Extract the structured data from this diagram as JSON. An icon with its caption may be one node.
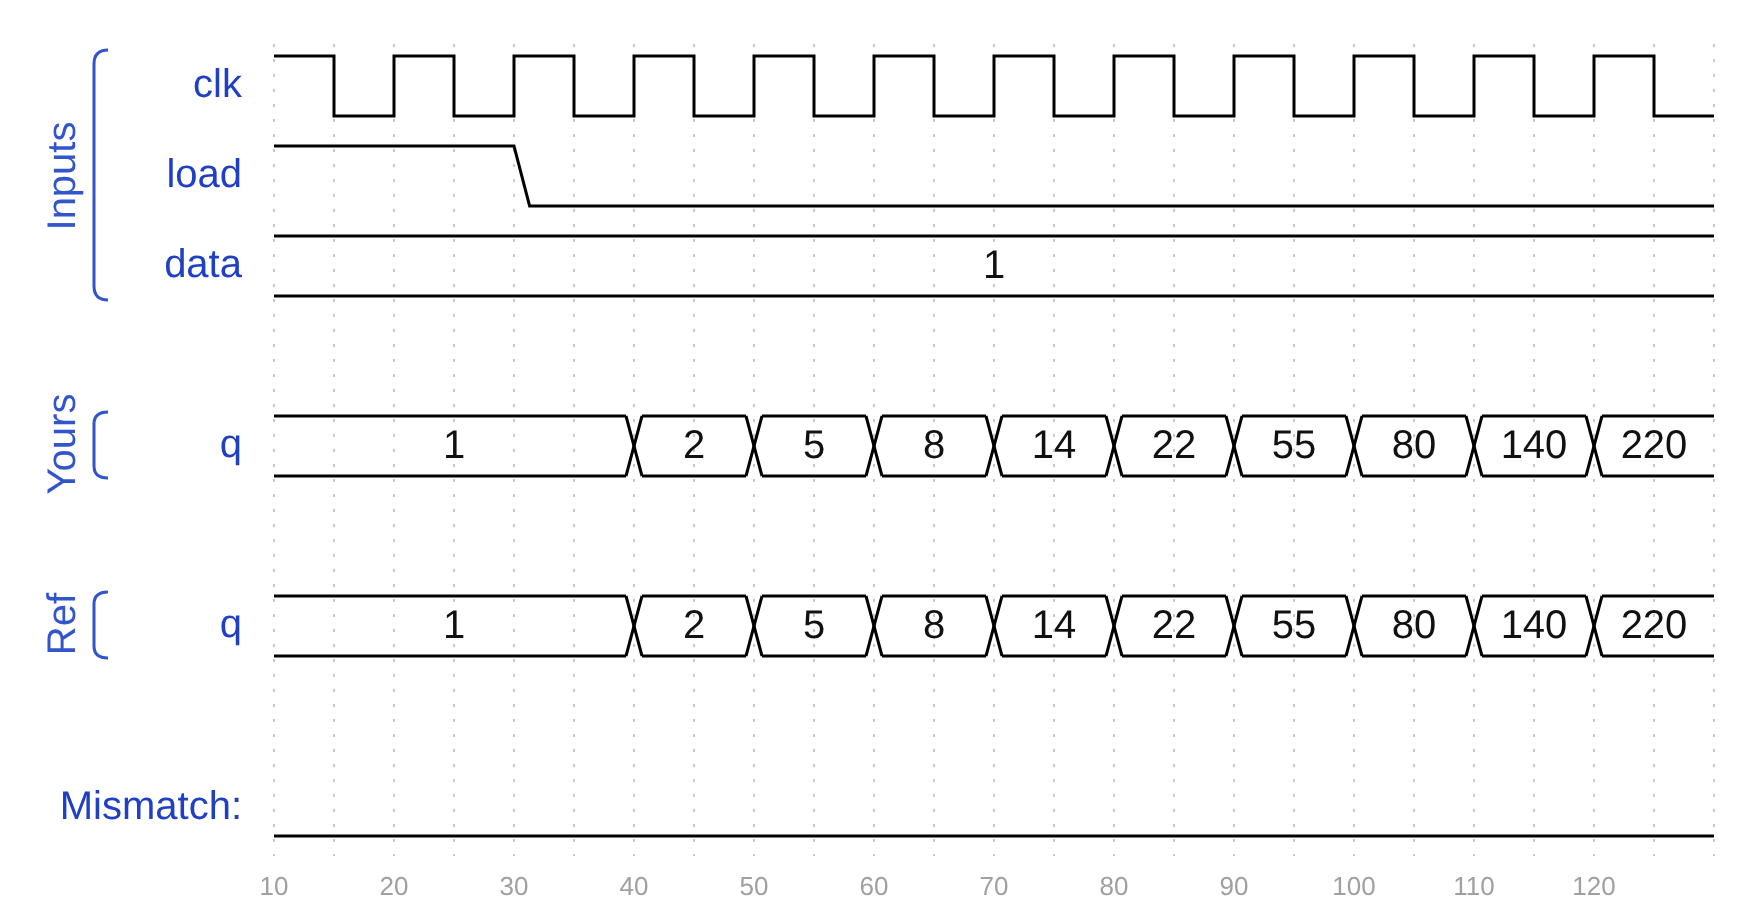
{
  "diagram": {
    "nodes": [
      {
        "text": [
          "1"
        ]
      },
      {
        "text": [
          "1"
        ]
      },
      {
        "text": [
          "2"
        ]
      },
      {
        "text": [
          "5"
        ]
      },
      {
        "text": [
          "8"
        ]
      },
      {
        "text": [
          "14"
        ]
      },
      {
        "text": [
          "22"
        ]
      },
      {
        "text": [
          "55"
        ]
      },
      {
        "text": [
          "80"
        ]
      },
      {
        "text": [
          "140"
        ]
      },
      {
        "text": [
          "220"
        ]
      },
      {
        "text": [
          "1"
        ]
      },
      {
        "text": [
          "2"
        ]
      },
      {
        "text": [
          "5"
        ]
      },
      {
        "text": [
          "8"
        ]
      },
      {
        "text": [
          "14"
        ]
      },
      {
        "text": [
          "22"
        ]
      },
      {
        "text": [
          "55"
        ]
      },
      {
        "text": [
          "80"
        ]
      },
      {
        "text": [
          "140"
        ]
      },
      {
        "text": [
          "220"
        ]
      }
    ],
    "labels": [
      "Inputs",
      "clk",
      "load",
      "data",
      "Yours",
      "q",
      "Ref",
      "q",
      "Mismatch:",
      "10",
      "20",
      "30",
      "40",
      "50",
      "60",
      "70",
      "80",
      "90",
      "100",
      "110",
      "120"
    ]
  }
}
